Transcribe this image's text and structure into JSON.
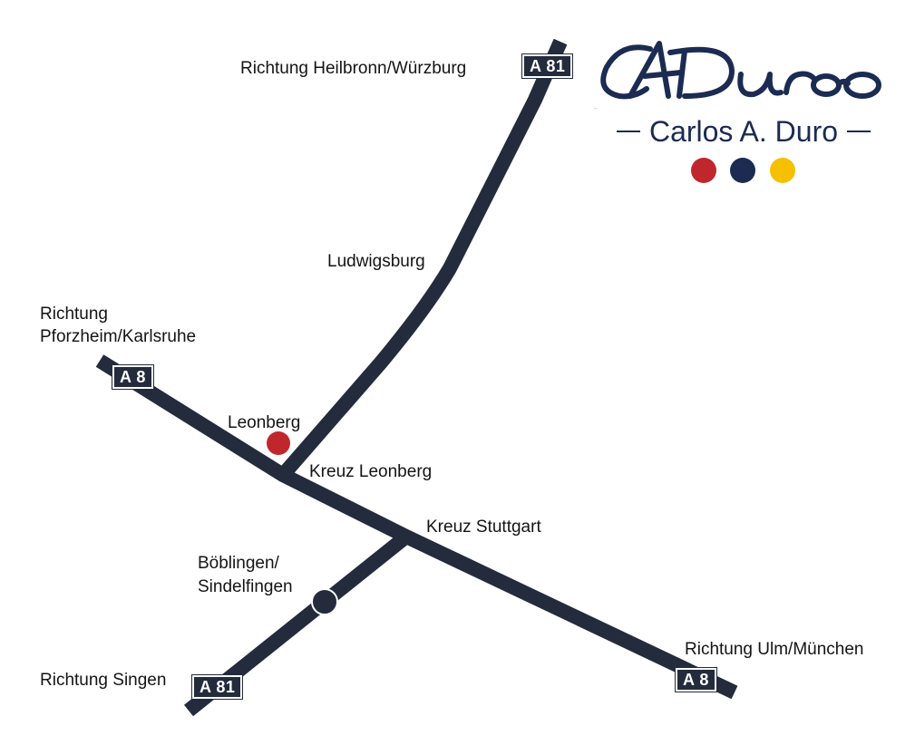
{
  "brand": {
    "script_text": "CADuro",
    "name": "Carlos A. Duro",
    "dots": [
      {
        "name": "red",
        "color": "#c0272d"
      },
      {
        "name": "navy",
        "color": "#1b2b52"
      },
      {
        "name": "yellow",
        "color": "#f5c000"
      }
    ],
    "color": "#1b2b52"
  },
  "map": {
    "road_color": "#232b3d",
    "places": {
      "heilbronn": "Richtung Heilbronn/Würzburg",
      "ludwigsburg": "Ludwigsburg",
      "pforzheim_1": "Richtung",
      "pforzheim_2": "Pforzheim/Karlsruhe",
      "leonberg": "Leonberg",
      "kreuz_leonberg": "Kreuz Leonberg",
      "kreuz_stuttgart": "Kreuz Stuttgart",
      "boeblingen_1": "Böblingen/",
      "boeblingen_2": "Sindelfingen",
      "singen": "Richtung Singen",
      "ulm": "Richtung Ulm/München"
    },
    "shields": {
      "a81_north": "A 81",
      "a8_west": "A 8",
      "a81_south": "A 81",
      "a8_east": "A 8"
    },
    "markers": {
      "leonberg_color": "#c0272d",
      "boeblingen_color": "#232b3d"
    }
  }
}
